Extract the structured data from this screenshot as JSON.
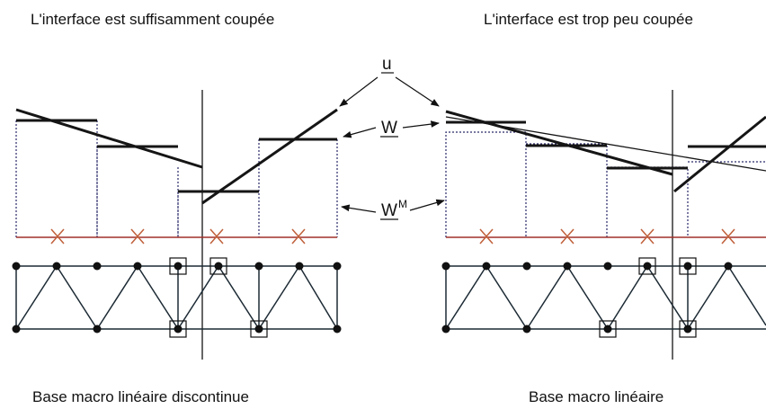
{
  "titles": {
    "left_top": "L'interface est suffisamment coupée",
    "right_top": "L'interface est trop peu coupée",
    "left_bottom": "Base macro linéaire discontinue",
    "right_bottom": "Base macro linéaire"
  },
  "labels": {
    "u": "u",
    "W": "W",
    "WM": "W",
    "WM_sup": "M"
  }
}
